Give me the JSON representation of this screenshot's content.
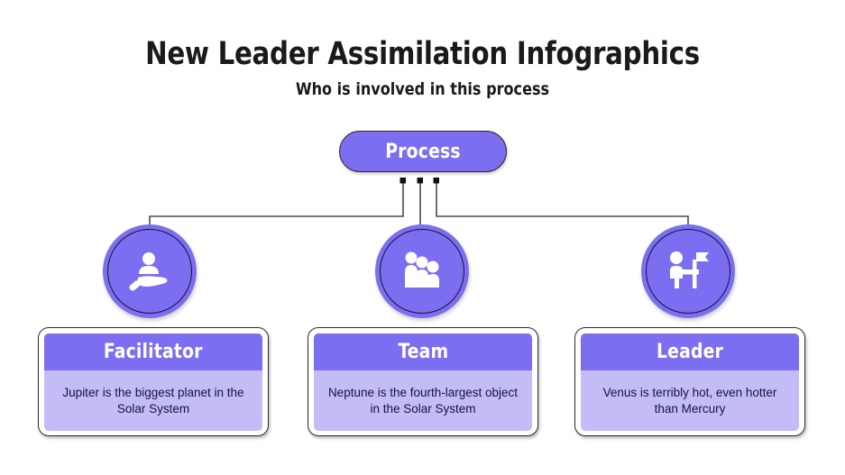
{
  "header": {
    "title": "New Leader Assimilation Infographics",
    "subtitle": "Who is involved in this process"
  },
  "diagram": {
    "root": {
      "label": "Process"
    },
    "colors": {
      "accent_purple": "#7b6ef0",
      "light_purple": "#c3bcf7",
      "outline": "#2b2b2b",
      "text_dark": "#14143c",
      "text_light": "#ffffff",
      "background": "#ffffff"
    },
    "nodes": [
      {
        "id": "facilitator",
        "icon": "person-on-hand-icon",
        "title": "Facilitator",
        "description": "Jupiter is the biggest planet in the Solar System"
      },
      {
        "id": "team",
        "icon": "three-people-icon",
        "title": "Team",
        "description": "Neptune is the fourth-largest object in the Solar System"
      },
      {
        "id": "leader",
        "icon": "person-with-flag-icon",
        "title": "Leader",
        "description": "Venus is terribly hot, even hotter than Mercury"
      }
    ]
  }
}
